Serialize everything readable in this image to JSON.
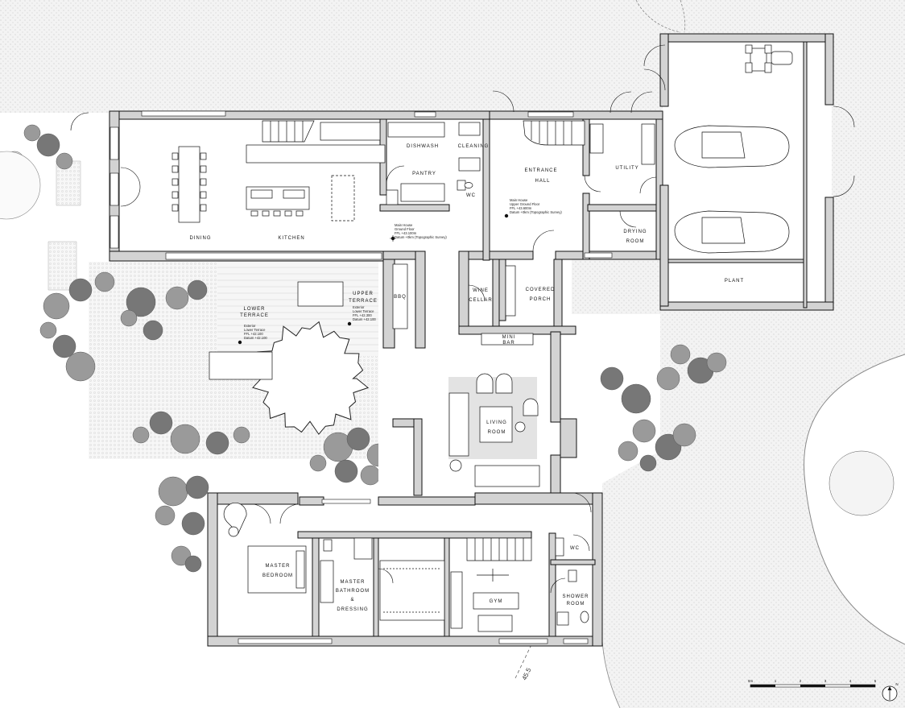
{
  "rooms": {
    "dining": "DINING",
    "kitchen": "KITCHEN",
    "dishwash": "DISHWASH",
    "pantry": "PANTRY",
    "cleaning": "CLEANING",
    "wc_upper": "WC",
    "entrance_hall": [
      "ENTRANCE",
      "HALL"
    ],
    "utility": "UTILITY",
    "drying_room": [
      "DRYING",
      "ROOM"
    ],
    "plant": "PLANT",
    "lower_terrace": [
      "LOWER",
      "TERRACE"
    ],
    "upper_terrace": [
      "UPPER",
      "TERRACE"
    ],
    "bbq": "BBQ",
    "wine_cellar": [
      "WINE",
      "CELLAR"
    ],
    "covered_porch": [
      "COVERED",
      "PORCH"
    ],
    "mini_bar": [
      "MINI",
      "BAR"
    ],
    "living_room": [
      "LIVING",
      "ROOM"
    ],
    "master_bedroom": [
      "MASTER",
      "BEDROOM"
    ],
    "master_bathroom": [
      "MASTER",
      "BATHROOM",
      "&",
      "DRESSING"
    ],
    "gym": "GYM",
    "wc_lower": "WC",
    "shower_room": [
      "SHOWER",
      "ROOM"
    ]
  },
  "notes": {
    "kitchen_level": [
      "Main House",
      "Ground Floor",
      "FFL +43.100m",
      "Datum +0km (Topographic Survey)"
    ],
    "hall_level": [
      "Main House",
      "Upper Ground Floor",
      "FFL +43.600m",
      "Datum +0km (Topographic Survey)"
    ],
    "lower_terrace_level": [
      "Exterior",
      "Lower Terrace",
      "FFL +42.100",
      "Datum +42.100"
    ],
    "upper_terrace_level": [
      "Exterior",
      "Lower Terrace",
      "FFL +42.300",
      "Datum +42.100"
    ]
  },
  "contour_label": "45.5",
  "scale_bar": {
    "labels": [
      "0m",
      "1",
      "2",
      "3",
      "4",
      "5"
    ]
  },
  "north_label": "N",
  "colors": {
    "wall": "#d3d3d3",
    "wall_outline": "#111111",
    "ground": "#eeeeee",
    "tree_dark": "#777777",
    "tree_mid": "#9a9a9a",
    "rug": "#e3e3e3"
  }
}
